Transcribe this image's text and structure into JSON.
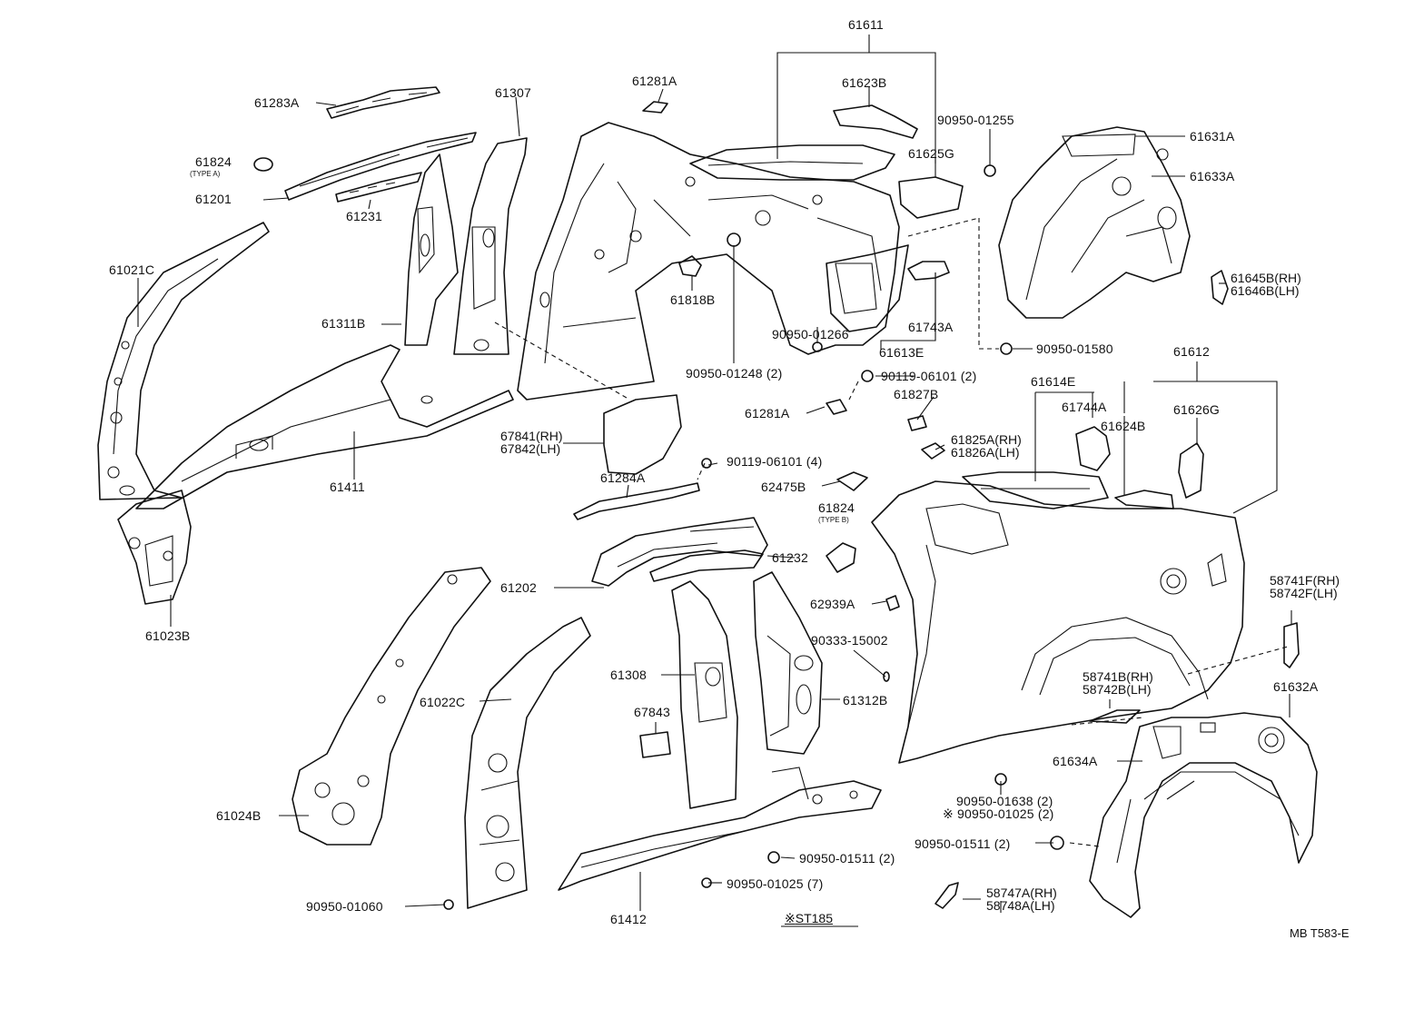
{
  "diagram_code": "MB T583-E",
  "legend": {
    "mark": "※",
    "model": "ST185"
  },
  "labels": {
    "l61611": "61611",
    "l61623B": "61623B",
    "l90950_01255": "90950-01255",
    "l61625G": "61625G",
    "l61281A_top": "61281A",
    "l61283A": "61283A",
    "l61307": "61307",
    "l61824_a": "61824",
    "l61824_a_type": "(TYPE A)",
    "l61201": "61201",
    "l61231": "61231",
    "l61021C": "61021C",
    "l61311B": "61311B",
    "l61818B": "61818B",
    "l90950_01248": "90950-01248 (2)",
    "l90950_01266": "90950-01266",
    "l61613E": "61613E",
    "l61743A": "61743A",
    "l90950_01580": "90950-01580",
    "l61631A": "61631A",
    "l61633A": "61633A",
    "l61645B": "61645B",
    "l61645B_sub": "(RH)",
    "l61646B": "61646B",
    "l61646B_sub": "(LH)",
    "l90119_06101_2": "90119-06101 (2)",
    "l61281A_mid": "61281A",
    "l61827B": "61827B",
    "l61614E": "61614E",
    "l61744A": "61744A",
    "l61624B": "61624B",
    "l61612": "61612",
    "l61626G": "61626G",
    "l67841": "67841",
    "l67841_sub": "(RH)",
    "l67842": "67842",
    "l67842_sub": "(LH)",
    "l61411": "61411",
    "l61825A": "61825A",
    "l61825A_sub": "(RH)",
    "l61826A": "61826A",
    "l61826A_sub": "(LH)",
    "l90119_06101_4": "90119-06101 (4)",
    "l61284A": "61284A",
    "l62475B": "62475B",
    "l61824_b": "61824",
    "l61824_b_type": "(TYPE B)",
    "l61232": "61232",
    "l61202": "61202",
    "l62939A": "62939A",
    "l61023B": "61023B",
    "l90333_15002": "90333-15002",
    "l58741F": "58741F",
    "l58741F_sub": "(RH)",
    "l58742F": "58742F",
    "l58742F_sub": "(LH)",
    "l61308": "61308",
    "l61312B": "61312B",
    "l61022C": "61022C",
    "l67843": "67843",
    "l58741B": "58741B",
    "l58741B_sub": "(RH)",
    "l58742B": "58742B",
    "l58742B_sub": "(LH)",
    "l61632A": "61632A",
    "l61634A": "61634A",
    "l61024B": "61024B",
    "l90950_01638": "90950-01638 (2)",
    "l90950_01025_star": "※ 90950-01025 (2)",
    "l90950_01511_mid": "90950-01511 (2)",
    "l90950_01511_right": "90950-01511 (2)",
    "l90950_01025_7": "90950-01025 (7)",
    "l90950_01060": "90950-01060",
    "l61412": "61412",
    "l58747A": "58747A",
    "l58747A_sub": "(RH)",
    "l58748A": "58748A",
    "l58748A_sub": "(LH)"
  }
}
